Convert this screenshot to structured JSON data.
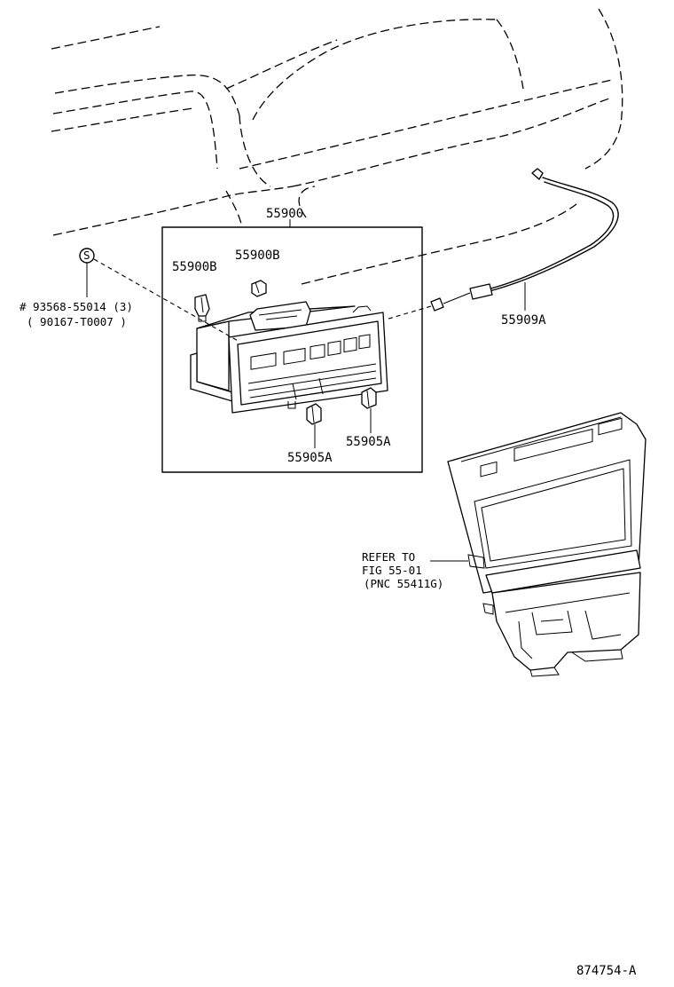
{
  "labels": {
    "assembly": "55900",
    "knob_left": "55900B",
    "knob_right": "55900B",
    "screw_part": "# 93568-55014 (3)",
    "screw_alt": "( 90167-T0007 )",
    "screw_symbol": "S",
    "cable": "55909A",
    "cap_right": "55905A",
    "cap_left": "55905A",
    "refer_line1": "REFER TO",
    "refer_line2": "FIG 55-01",
    "refer_line3": "(PNC 55411G)",
    "figure_id": "874754-A"
  }
}
